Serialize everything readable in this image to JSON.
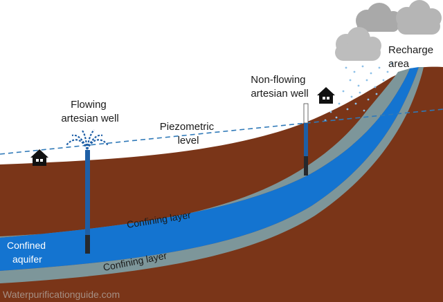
{
  "labels": {
    "flowing_well_line1": "Flowing",
    "flowing_well_line2": "artesian well",
    "nonflowing_well_line1": "Non-flowing",
    "nonflowing_well_line2": "artesian well",
    "piezometric_line1": "Piezometric",
    "piezometric_line2": "level",
    "recharge_line1": "Recharge",
    "recharge_line2": "area",
    "confining_layer_upper": "Confining layer",
    "confining_layer_lower": "Confining layer",
    "aquifer_line1": "Confined",
    "aquifer_line2": "aquifer"
  },
  "watermark": "Waterpurificationguide.com",
  "colors": {
    "soil": "#7a3518",
    "confining_layer": "#7d969a",
    "aquifer": "#1474d0",
    "well_casing": "#1e5fa6",
    "piezometric_line": "#2f79b8",
    "cloud": "#bdbdbd",
    "rain": "#8cc0e8"
  },
  "icons": {
    "house": "house-icon",
    "cloud": "cloud-icon",
    "fountain": "water-spray-icon",
    "rain": "rain-icon"
  }
}
